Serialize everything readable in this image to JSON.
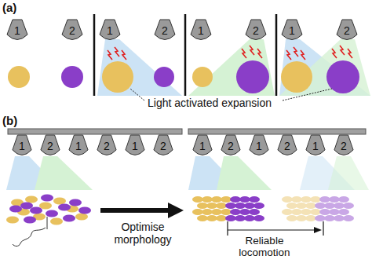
{
  "diagram": {
    "nodes": [
      {
        "text": [
          "1"
        ]
      },
      {
        "text": [
          "2"
        ]
      },
      {
        "text": [
          "1"
        ]
      },
      {
        "text": [
          "2"
        ]
      },
      {
        "text": [
          "1"
        ]
      },
      {
        "text": [
          "2"
        ]
      },
      {
        "text": [
          "1"
        ]
      },
      {
        "text": [
          "2"
        ]
      },
      {
        "text": [
          "1"
        ]
      },
      {
        "text": [
          "2"
        ]
      },
      {
        "text": [
          "1"
        ]
      },
      {
        "text": [
          "2"
        ]
      },
      {
        "text": [
          "1"
        ]
      },
      {
        "text": [
          "2"
        ]
      },
      {
        "text": [
          "1"
        ]
      },
      {
        "text": [
          "2"
        ]
      },
      {
        "text": [
          "1"
        ]
      },
      {
        "text": [
          "2"
        ]
      },
      {
        "text": [
          "1"
        ]
      },
      {
        "text": [
          "2"
        ]
      }
    ],
    "labels": [
      "(a)",
      "Light activated expansion",
      "(b)",
      "Optimise morphology",
      "Reliable locomotion"
    ]
  }
}
